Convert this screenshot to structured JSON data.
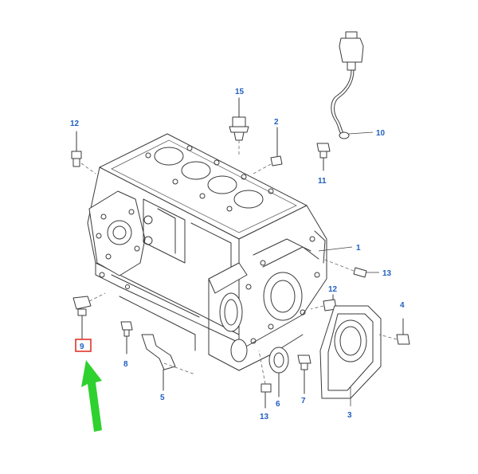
{
  "labels": {
    "l1": "1",
    "l2": "2",
    "l3": "3",
    "l4": "4",
    "l5": "5",
    "l6": "6",
    "l7": "7",
    "l8": "8",
    "l9": "9",
    "l10": "10",
    "l11": "11",
    "l12a": "12",
    "l12b": "12",
    "l13a": "13",
    "l13b": "13",
    "l15": "15"
  },
  "colors": {
    "label": "#1f5fbf",
    "highlight_box": "#e0261c",
    "arrow": "#2fd12f",
    "line": "#3a3a3a"
  },
  "highlighted_part": "9"
}
